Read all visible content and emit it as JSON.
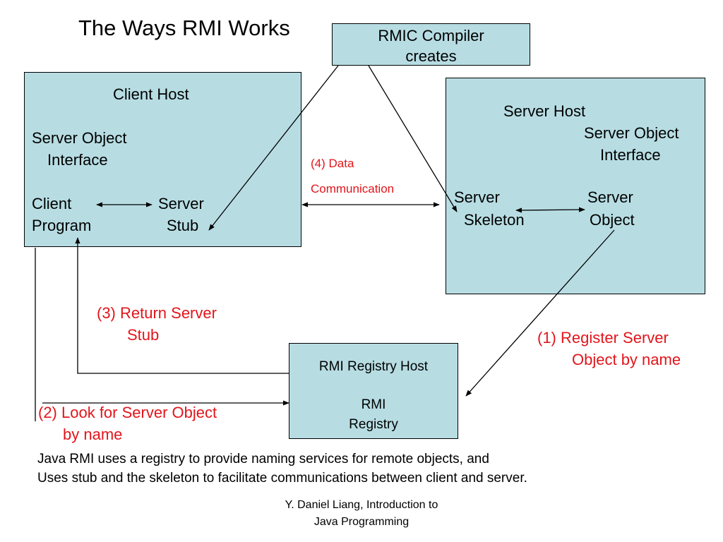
{
  "title": "The Ways RMI Works",
  "rmic_box": {
    "line1": "RMIC Compiler",
    "line2": "creates"
  },
  "client_host": {
    "title": "Client Host",
    "interface_line1": "Server Object",
    "interface_line2": "Interface",
    "program_line1": "Client",
    "program_line2": "Program",
    "stub_line1": "Server",
    "stub_line2": "Stub"
  },
  "server_host": {
    "title": "Server Host",
    "interface_line1": "Server Object",
    "interface_line2": "Interface",
    "skeleton_line1": "Server",
    "skeleton_line2": "Skeleton",
    "object_line1": "Server",
    "object_line2": "Object"
  },
  "registry_host": {
    "title": "RMI Registry Host",
    "line1": "RMI",
    "line2": "Registry"
  },
  "labels": {
    "data_comm_line1": "(4) Data",
    "data_comm_line2": "Communication",
    "return_stub_line1": "(3) Return Server",
    "return_stub_line2": "Stub",
    "register_line1": "(1) Register Server",
    "register_line2": "Object by name",
    "lookup_line1": "(2) Look for Server Object",
    "lookup_line2": "by name"
  },
  "description": {
    "line1": "Java RMI uses a registry to provide naming services for remote objects, and",
    "line2": "Uses stub and the skeleton to facilitate communications between client and server."
  },
  "footer": {
    "line1": "Y. Daniel Liang, Introduction to",
    "line2": "Java Programming"
  },
  "colors": {
    "box_fill": "#b7dde3",
    "label_red": "#e2151b"
  }
}
